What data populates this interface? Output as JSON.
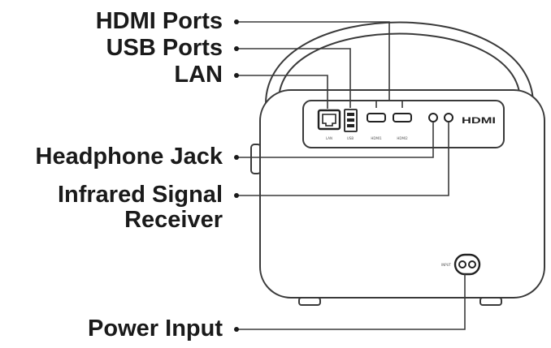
{
  "callouts": {
    "hdmi": "HDMI Ports",
    "usb": "USB Ports",
    "lan": "LAN",
    "headphone": "Headphone Jack",
    "infrared_line1": "Infrared Signal",
    "infrared_line2": "Receiver",
    "power": "Power Input"
  },
  "device": {
    "brand_mark": "HDMI",
    "port_tags": {
      "lan": "LAN",
      "usb": "USB",
      "hdmi1": "HDMI1",
      "hdmi2": "HDMI2",
      "power": "INPUT"
    }
  },
  "colors": {
    "line": "#3a3a3a",
    "text": "#1a1a1a",
    "body_fill": "#ffffff"
  }
}
